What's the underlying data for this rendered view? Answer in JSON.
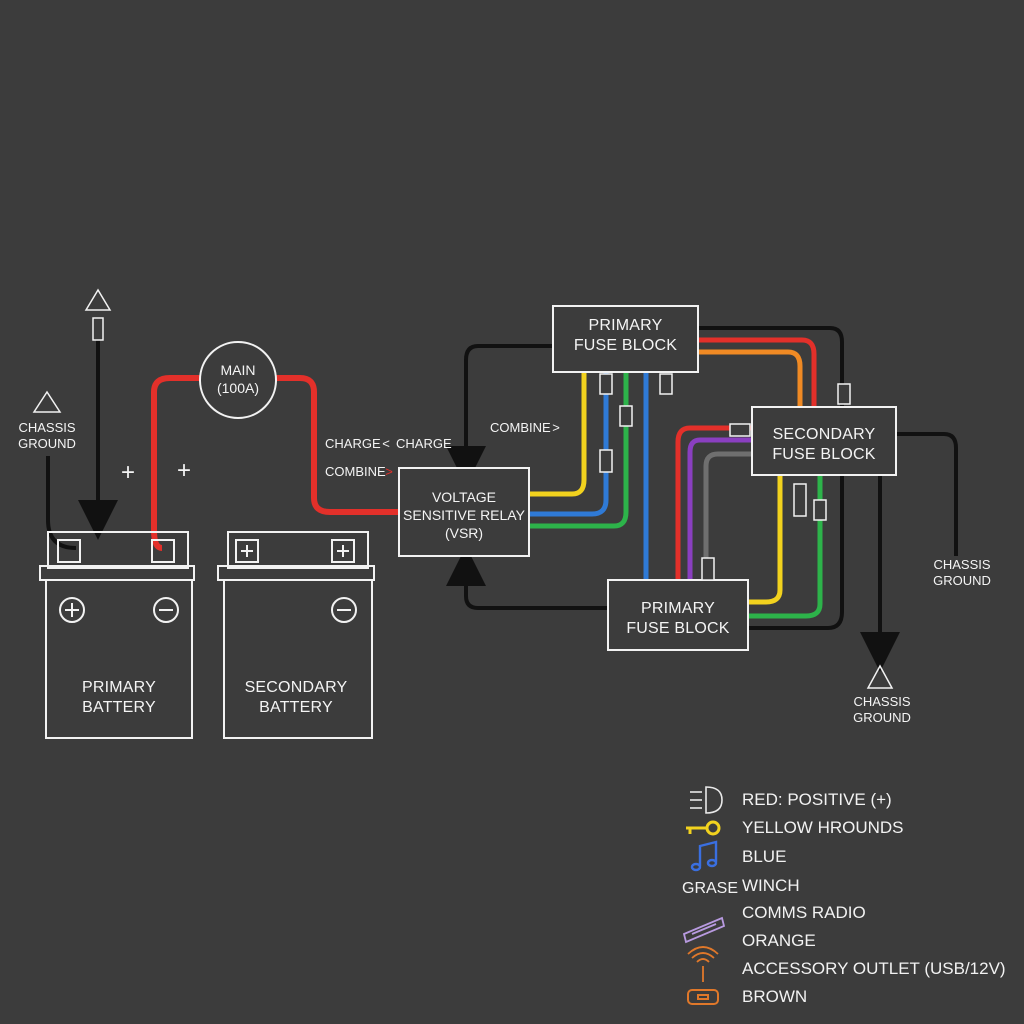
{
  "components": {
    "primary_battery": {
      "line1": "PRIMARY",
      "line2": "BATTERY"
    },
    "secondary_battery": {
      "line1": "SECONDARY",
      "line2": "BATTERY"
    },
    "main_fuse": {
      "line1": "MAIN",
      "line2": "(100A)"
    },
    "vsr": {
      "line1": "VOLTAGE",
      "line2": "SENSITIVE RELAY",
      "line3": "(VSR)"
    },
    "fuse_block_top": {
      "line1": "PRIMARY",
      "line2": "FUSE BLOCK"
    },
    "fuse_block_secondary": {
      "line1": "SECONDARY",
      "line2": "FUSE BLOCK"
    },
    "fuse_block_bottom": {
      "line1": "PRIMARY",
      "line2": "FUSE BLOCK"
    }
  },
  "labels": {
    "chassis_ground_left": {
      "line1": "CHASSIS",
      "line2": "GROUND"
    },
    "chassis_ground_right": {
      "line1": "CHASSIS",
      "line2": "GROUND"
    },
    "chassis_ground_bottom": {
      "line1": "CHASSIS",
      "line2": "GROUND"
    },
    "plus_1": "+",
    "plus_2": "+",
    "charge_left": "CHARGE",
    "charge_right": "CHARGE",
    "charge_separator": "<",
    "combine_left": "COMBINE",
    "combine_left_arrow": ">",
    "combine_right": "COMBINE",
    "combine_right_arrow": ">"
  },
  "legend": {
    "items": [
      {
        "icon": "headlight-icon",
        "text": "RED: POSITIVE (+)"
      },
      {
        "icon": "key-icon",
        "text": "YELLOW HROUNDS"
      },
      {
        "icon": "music-note-icon",
        "text": "BLUE"
      },
      {
        "icon": "grase-label",
        "icon_text": "GRASE",
        "text": "WINCH"
      },
      {
        "icon": "none",
        "text": "COMMS RADIO"
      },
      {
        "icon": "light-bar-icon",
        "text": "ORANGE"
      },
      {
        "icon": "antenna-icon",
        "text": "ACCESSORY OUTLET (USB/12V)"
      },
      {
        "icon": "outlet-icon",
        "text": "BROWN"
      }
    ]
  },
  "colors": {
    "background": "#3c3c3c",
    "red": "#e3302a",
    "yellow": "#f2d21e",
    "blue": "#2f7ad6",
    "green": "#2db34a",
    "orange": "#f08a24",
    "purple": "#8a3fc0",
    "gray": "#8a8a8a",
    "black": "#111111",
    "outline": "#f2f2f2"
  }
}
